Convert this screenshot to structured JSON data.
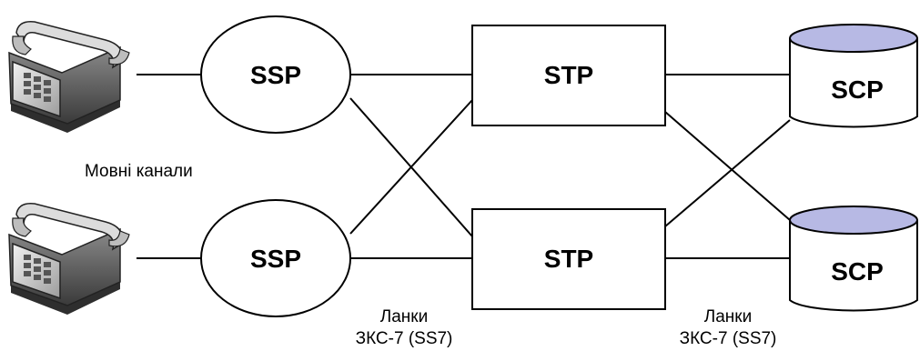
{
  "diagram": {
    "nodes": {
      "ssp_top": "SSP",
      "ssp_bottom": "SSP",
      "stp_top": "STP",
      "stp_bottom": "STP",
      "scp_top": "SCP",
      "scp_bottom": "SCP"
    },
    "captions": {
      "voice_channels": "Мовні канали",
      "links_left_line1": "Ланки",
      "links_left_line2": "ЗКС-7 (SS7)",
      "links_right_line1": "Ланки",
      "links_right_line2": "ЗКС-7 (SS7)"
    },
    "icons": [
      "telephone-icon",
      "telephone-icon",
      "database-icon",
      "database-icon"
    ],
    "colors": {
      "database_top": "#b7b9e4",
      "line": "#000000",
      "background": "#ffffff"
    }
  }
}
